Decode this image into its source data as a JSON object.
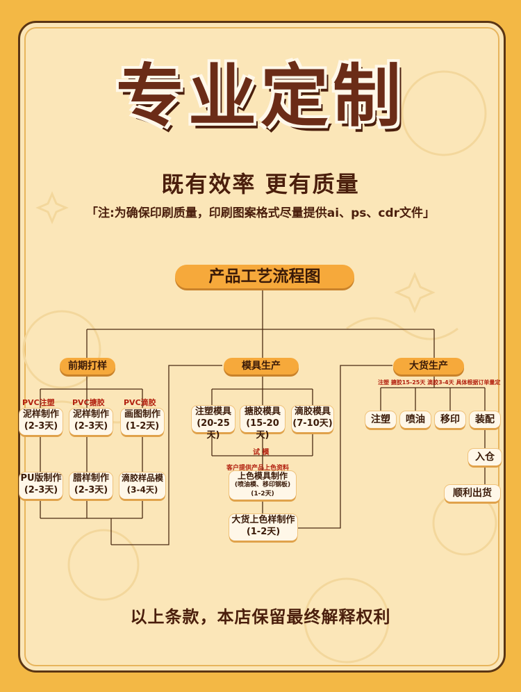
{
  "title": "专业定制",
  "subtitle": "既有效率 更有质量",
  "note": "「注:为确保印刷质量，印刷图案格式尽量提供ai、ps、cdr文件」",
  "flow_title": "产品工艺流程图",
  "stages": {
    "early": "前期打样",
    "mold": "模具生产",
    "bulk": "大货生产"
  },
  "early": {
    "tag1": "PVC注塑",
    "tag2": "PVC搪胶",
    "tag3": "PVC滴胶",
    "b1": [
      "泥样制作",
      "(2-3天)"
    ],
    "b2": [
      "泥样制作",
      "(2-3天)"
    ],
    "b3": [
      "画图制作",
      "(1-2天)"
    ],
    "b4": [
      "PU版制作",
      "(2-3天)"
    ],
    "b5": [
      "腊样制作",
      "(2-3天)"
    ],
    "b6": [
      "滴胶样品模",
      "(3-4天)"
    ]
  },
  "mold": {
    "b1": [
      "注塑模具",
      "(20-25天)"
    ],
    "b2": [
      "搪胶模具",
      "(15-20天)"
    ],
    "b3": [
      "滴胶模具",
      "(7-10天)"
    ],
    "trial": "试  模",
    "client_note": "客户提供产品上色资料",
    "color_mold": [
      "上色模具制作",
      "(喷油模、移印钢板)",
      "(1-2天)"
    ],
    "bulk_sample": [
      "大货上色样制作",
      "(1-2天)"
    ]
  },
  "bulk": {
    "tag": "注塑 搪胶15-25天 滴胶3-4天 具体根据订单量定",
    "steps": [
      "注塑",
      "喷油",
      "移印",
      "装配"
    ],
    "storage": "入仓",
    "ship": "顺利出货"
  },
  "footer": "以上条款，本店保留最终解释权利"
}
